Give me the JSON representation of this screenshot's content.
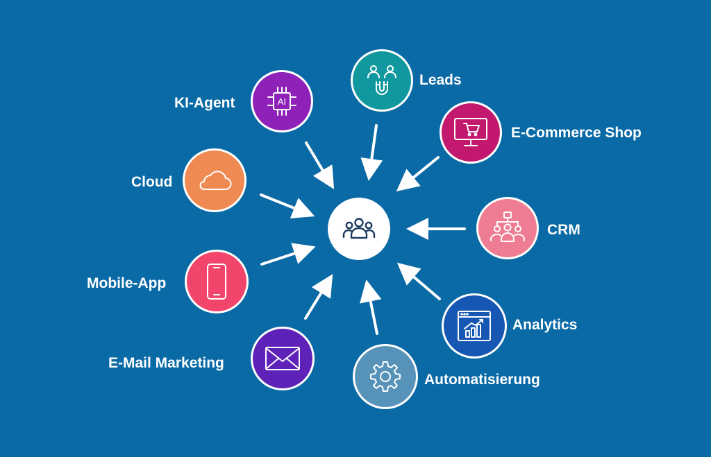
{
  "hub": {
    "icon": "users-group-icon"
  },
  "nodes": [
    {
      "id": "ki-agent",
      "label": "KI-Agent",
      "icon": "ai-chip-icon",
      "color": "#8e22b8"
    },
    {
      "id": "leads",
      "label": "Leads",
      "icon": "people-magnet-icon",
      "color": "#11989f"
    },
    {
      "id": "e-commerce",
      "label": "E-Commerce Shop",
      "icon": "shopping-cart-monitor-icon",
      "color": "#c2186d"
    },
    {
      "id": "cloud",
      "label": "Cloud",
      "icon": "cloud-icon",
      "color": "#ee8a52"
    },
    {
      "id": "crm",
      "label": "CRM",
      "icon": "org-people-icon",
      "color": "#ee7d93"
    },
    {
      "id": "mobile-app",
      "label": "Mobile-App",
      "icon": "smartphone-icon",
      "color": "#f2456c"
    },
    {
      "id": "analytics",
      "label": "Analytics",
      "icon": "analytics-chart-window-icon",
      "color": "#1757b4"
    },
    {
      "id": "e-mail",
      "label": "E-Mail Marketing",
      "icon": "envelope-icon",
      "color": "#5e22b8"
    },
    {
      "id": "automatisierung",
      "label": "Automatisierung",
      "icon": "gear-icon",
      "color": "#5793b8"
    }
  ]
}
